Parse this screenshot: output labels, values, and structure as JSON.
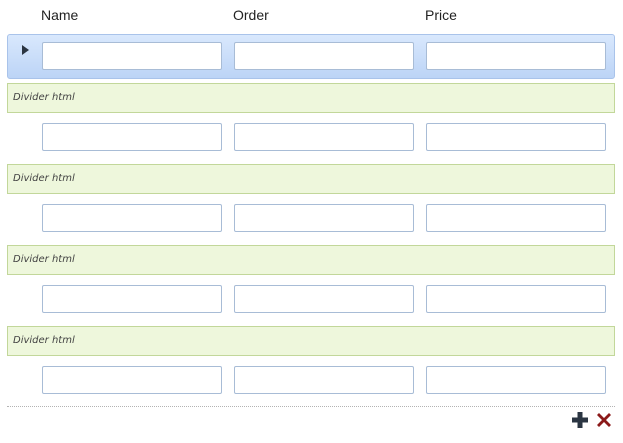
{
  "columns": {
    "name": "Name",
    "order": "Order",
    "price": "Price"
  },
  "rows": [
    {
      "selected": true,
      "name": "",
      "order": "",
      "price": ""
    },
    {
      "selected": false,
      "name": "",
      "order": "",
      "price": ""
    },
    {
      "selected": false,
      "name": "",
      "order": "",
      "price": ""
    },
    {
      "selected": false,
      "name": "",
      "order": "",
      "price": ""
    },
    {
      "selected": false,
      "name": "",
      "order": "",
      "price": ""
    }
  ],
  "dividers": [
    "Divider html",
    "Divider html",
    "Divider html",
    "Divider html"
  ],
  "toolbar": {
    "add_icon": "plus-icon",
    "delete_icon": "close-icon",
    "add_color": "#2b3542",
    "delete_color": "#8b1a1a"
  },
  "colors": {
    "selected_row": "#bcd4f6",
    "divider_bg": "#eef7dc"
  }
}
